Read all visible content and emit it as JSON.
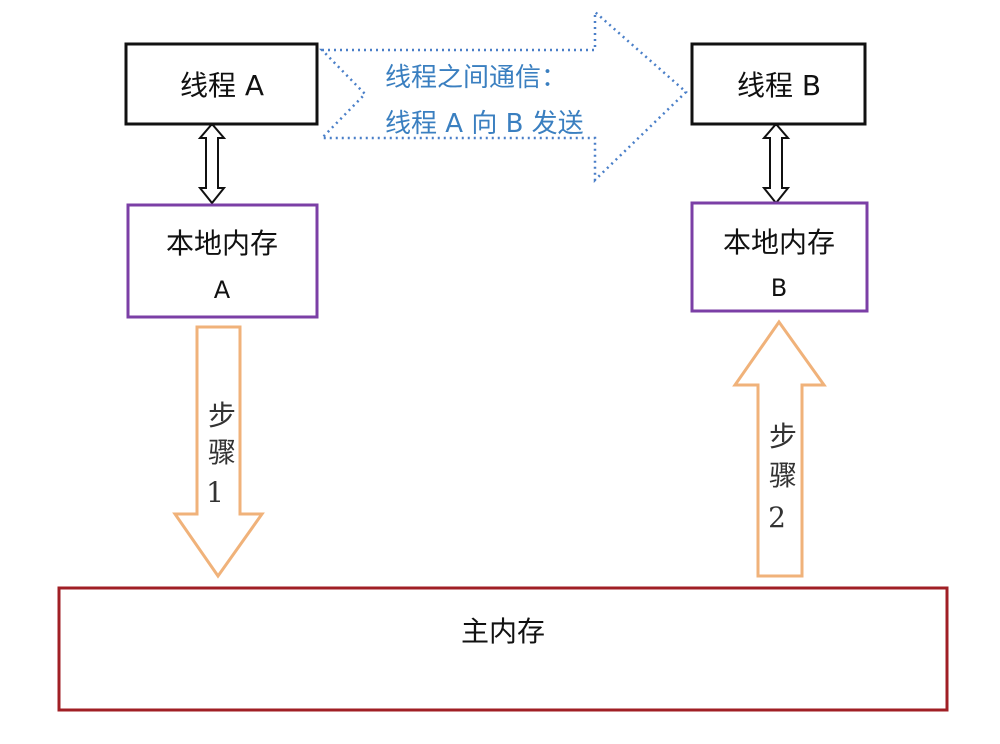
{
  "thread_a": {
    "label": "线程 A"
  },
  "thread_b": {
    "label": "线程 B"
  },
  "communication": {
    "line1": "线程之间通信：",
    "line2": "线程 A 向 B 发送"
  },
  "local_memory_a": {
    "line1": "本地内存",
    "line2": "A"
  },
  "local_memory_b": {
    "line1": "本地内存",
    "line2": "B"
  },
  "step1": {
    "char1": "步",
    "char2": "骤",
    "num": "1"
  },
  "step2": {
    "char1": "步",
    "char2": "骤",
    "num": "2"
  },
  "main_memory": {
    "label": "主内存"
  },
  "colors": {
    "thread_border": "#111111",
    "local_memory_border": "#7b3fa6",
    "main_memory_border": "#a01f25",
    "step_arrow": "#f0b27a",
    "comm_arrow": "#4a7fc8",
    "comm_text": "#3a7fc0"
  }
}
